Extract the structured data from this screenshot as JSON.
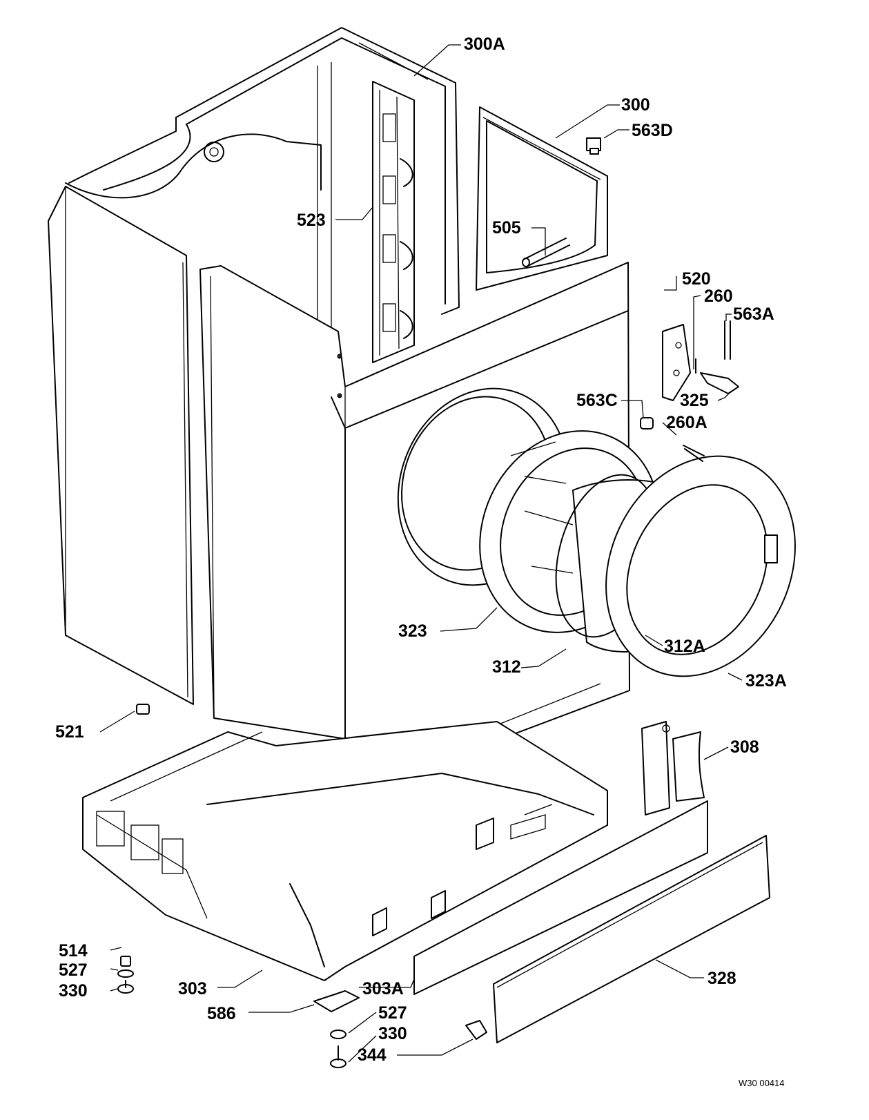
{
  "labels": {
    "l300a": "300A",
    "l300": "300",
    "l563d": "563D",
    "l523": "523",
    "l505": "505",
    "l520": "520",
    "l260": "260",
    "l563a": "563A",
    "l325": "325",
    "l563c": "563C",
    "l260a": "260A",
    "l323": "323",
    "l312": "312",
    "l312a": "312A",
    "l323a": "323A",
    "l521": "521",
    "l308": "308",
    "l514": "514",
    "l527": "527",
    "l330": "330",
    "l303": "303",
    "l303a": "303A",
    "l586": "586",
    "l527b": "527",
    "l330b": "330",
    "l344": "344",
    "l328": "328"
  },
  "drawing_code": "W30 00414"
}
